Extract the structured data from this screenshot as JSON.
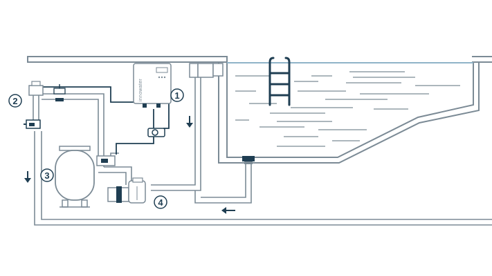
{
  "brand_text": "innowater",
  "colors": {
    "outline": "#1f3e52",
    "pipe": "#7b8a95",
    "fill": "#ffffff",
    "water_line": "#8fb3c8",
    "ladder": "#1f3e52"
  },
  "components": [
    {
      "number": "1",
      "name": "Control unit"
    },
    {
      "number": "2",
      "name": "Valve"
    },
    {
      "number": "3",
      "name": "Filter"
    },
    {
      "number": "4",
      "name": "Pump"
    }
  ],
  "flow_arrows": [
    {
      "direction": "down",
      "icon": "arrow-down-icon"
    },
    {
      "direction": "down",
      "icon": "arrow-down-icon"
    },
    {
      "direction": "left",
      "icon": "arrow-left-icon"
    }
  ]
}
